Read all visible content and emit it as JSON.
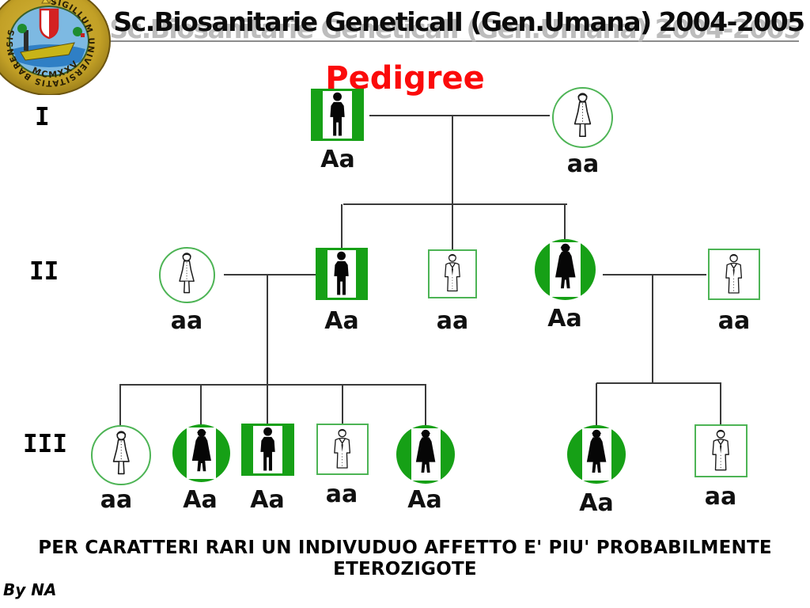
{
  "header": {
    "title": "Sc.Biosanitarie GeneticaII (Gen.Umana) 2004-2005",
    "seal_text": "SIGILLUM UNIVERSITATIS BARENSIS",
    "seal_year": "MCMXXV"
  },
  "slide": {
    "heading": "Pedigree",
    "heading_color": "#fb0b0b"
  },
  "footer": {
    "line1": "PER CARATTERI RARI UN INDIVUDUO AFFETTO E' PIU' PROBABILMENTE",
    "line2": "ETEROZIGOTE"
  },
  "credit": "By NA",
  "colors": {
    "affected_green": "#16a016",
    "outline_green": "#4db455"
  },
  "pedigree": {
    "generations": [
      {
        "label": "I",
        "members": [
          {
            "id": "I-1",
            "sex": "male",
            "affected": true,
            "genotype": "Aa"
          },
          {
            "id": "I-2",
            "sex": "female",
            "affected": false,
            "genotype": "aa"
          }
        ]
      },
      {
        "label": "II",
        "members": [
          {
            "id": "II-1",
            "sex": "female",
            "affected": false,
            "genotype": "aa"
          },
          {
            "id": "II-2",
            "sex": "male",
            "affected": true,
            "genotype": "Aa"
          },
          {
            "id": "II-3",
            "sex": "male",
            "affected": false,
            "genotype": "aa"
          },
          {
            "id": "II-4",
            "sex": "female",
            "affected": true,
            "genotype": "Aa"
          },
          {
            "id": "II-5",
            "sex": "male",
            "affected": false,
            "genotype": "aa"
          }
        ]
      },
      {
        "label": "III",
        "members": [
          {
            "id": "III-1",
            "sex": "female",
            "affected": false,
            "genotype": "aa"
          },
          {
            "id": "III-2",
            "sex": "female",
            "affected": true,
            "genotype": "Aa"
          },
          {
            "id": "III-3",
            "sex": "male",
            "affected": true,
            "genotype": "Aa"
          },
          {
            "id": "III-4",
            "sex": "male",
            "affected": false,
            "genotype": "aa"
          },
          {
            "id": "III-5",
            "sex": "female",
            "affected": true,
            "genotype": "Aa"
          },
          {
            "id": "III-6",
            "sex": "female",
            "affected": true,
            "genotype": "Aa"
          },
          {
            "id": "III-7",
            "sex": "male",
            "affected": false,
            "genotype": "aa"
          }
        ]
      }
    ]
  }
}
